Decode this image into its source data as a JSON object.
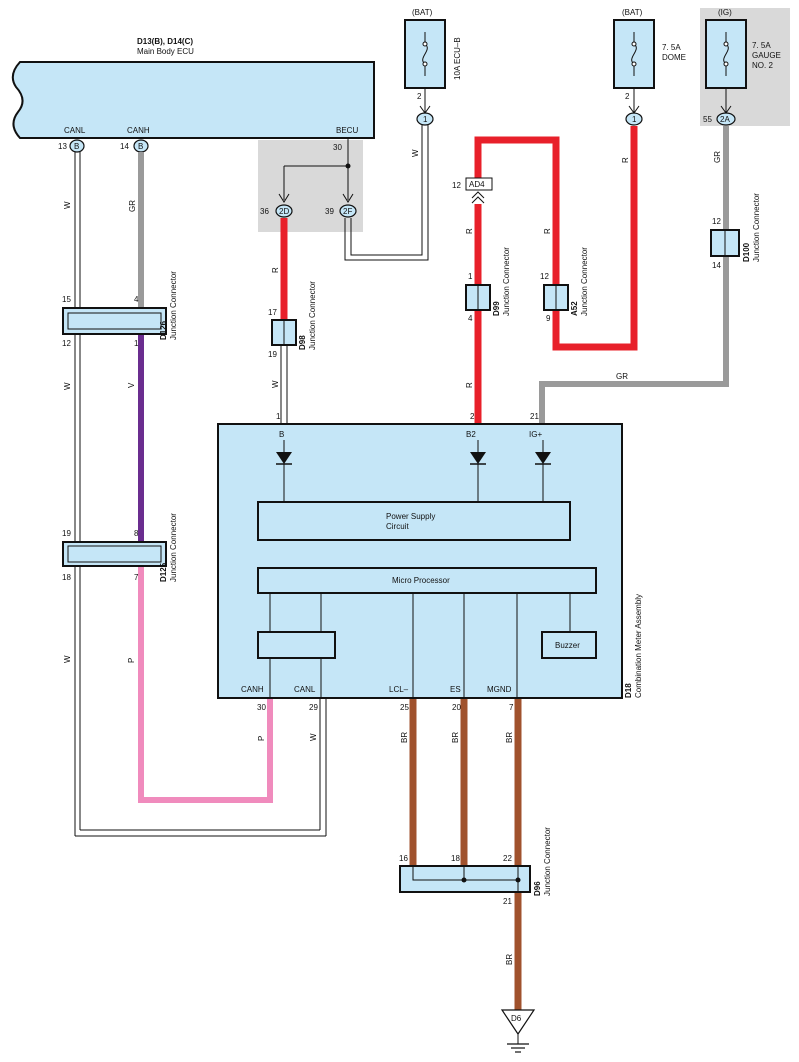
{
  "ecu": {
    "title": "D13(B), D14(C)",
    "subtitle": "Main Body ECU",
    "pins": [
      {
        "num": "13",
        "conn": "B",
        "label": "CANL"
      },
      {
        "num": "14",
        "conn": "B",
        "label": "CANH"
      },
      {
        "num": "30",
        "label": "BECU"
      },
      {
        "num": "36",
        "conn": "2D"
      },
      {
        "num": "39",
        "conn": "2F"
      }
    ]
  },
  "fuses": [
    {
      "source": "(BAT)",
      "name": "10A ECU–B",
      "pin": "2",
      "conn": "1"
    },
    {
      "source": "(BAT)",
      "name_line1": "7. 5A",
      "name_line2": "DOME",
      "pin": "2",
      "conn": "1"
    },
    {
      "source": "(IG)",
      "name_line1": "7. 5A",
      "name_line2": "GAUGE",
      "name_line3": "NO. 2",
      "pin": "55",
      "conn": "2A"
    }
  ],
  "junctions": [
    {
      "id": "D126",
      "desc": "Junction Connector",
      "pins": [
        "15",
        "4",
        "12",
        "1"
      ]
    },
    {
      "id": "D125",
      "desc": "Junction Connector",
      "pins": [
        "19",
        "8",
        "18",
        "7"
      ]
    },
    {
      "id": "D98",
      "desc": "Junction Connector",
      "pins": [
        "17",
        "19"
      ]
    },
    {
      "id": "D99",
      "desc": "Junction Connector",
      "pins": [
        "1",
        "4"
      ]
    },
    {
      "id": "A52",
      "desc": "Junction Connector",
      "pins": [
        "12",
        "9"
      ]
    },
    {
      "id": "D100",
      "desc": "Junction Connector",
      "pins": [
        "12",
        "14"
      ]
    },
    {
      "id": "D96",
      "desc": "Junction Connector",
      "pins": [
        "16",
        "18",
        "22",
        "21"
      ]
    }
  ],
  "ad4": {
    "pin": "12",
    "name": "AD4"
  },
  "meter": {
    "id": "D18",
    "name": "Combination Meter Assembly",
    "top_pins": [
      {
        "num": "1",
        "label": "B"
      },
      {
        "num": "2",
        "label": "B2"
      },
      {
        "num": "21",
        "label": "IG+"
      }
    ],
    "bottom_pins": [
      {
        "num": "30",
        "label": "CANH"
      },
      {
        "num": "29",
        "label": "CANL"
      },
      {
        "num": "25",
        "label": "LCL–"
      },
      {
        "num": "20",
        "label": "ES"
      },
      {
        "num": "7",
        "label": "MGND"
      }
    ],
    "power_supply_line1": "Power Supply",
    "power_supply_line2": "Circuit",
    "micro": "Micro Processor",
    "buzzer": "Buzzer"
  },
  "wire_codes": {
    "white": "W",
    "gray": "GR",
    "red": "R",
    "violet": "V",
    "pink": "P",
    "brown": "BR"
  },
  "ground": "D6",
  "colors": {
    "connector_fill": "#c5e6f7",
    "red": "#e8202a",
    "gray": "#9a9a9a",
    "violet": "#6a2d8f",
    "pink": "#f08bbd",
    "brown": "#a0522d",
    "shade": "#d9d9d9"
  }
}
